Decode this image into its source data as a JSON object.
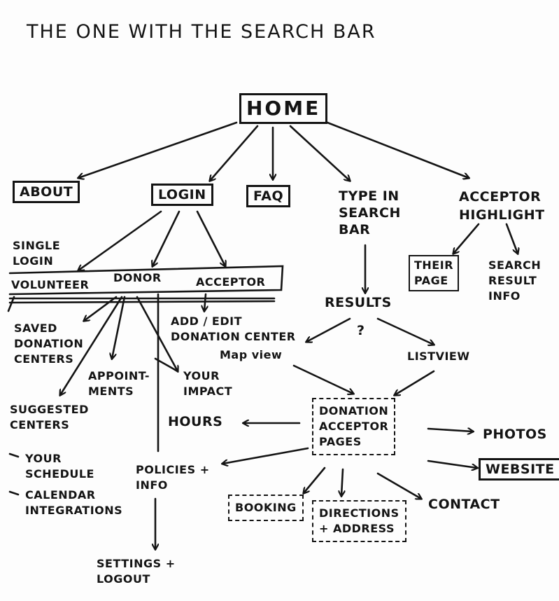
{
  "title": "THE ONE WITH THE SEARCH BAR",
  "nodes": {
    "home": "HOME",
    "about": "ABOUT",
    "login": "LOGIN",
    "faq": "FAQ",
    "type_search": "TYPE IN\nSEARCH\nBAR",
    "acceptor_highlight": "ACCEPTOR\nHIGHLIGHT",
    "their_page": "THEIR\nPAGE",
    "search_result_info": "SEARCH\nRESULT\nINFO",
    "single_login": "SINGLE\nLOGIN",
    "volunteer": "VOLUNTEER",
    "donor": "DONOR",
    "acceptor": "ACCEPTOR",
    "results": "RESULTS",
    "question": "?",
    "saved_centers": "SAVED\nDONATION\nCENTERS",
    "add_edit": "ADD / EDIT\nDONATION CENTER",
    "map_view": "Map view",
    "listview": "LISTVIEW",
    "appointments": "APPOINT-\nMENTS",
    "your_impact": "YOUR\nIMPACT",
    "suggested_centers": "SUGGESTED\nCENTERS",
    "hours": "HOURS",
    "donation_acceptor_pages": "DONATION\nACCEPTOR\nPAGES",
    "photos": "PHOTOS",
    "your_schedule": "YOUR\nSCHEDULE",
    "policies_info": "POLICIES +\nINFO",
    "website": "WEBSITE",
    "calendar_integrations": "CALENDAR\nINTEGRATIONS",
    "booking": "BOOKING",
    "directions_address": "DIRECTIONS\n+ ADDRESS",
    "contact": "CONTACT",
    "settings_logout": "SETTINGS +\nLOGOUT"
  }
}
